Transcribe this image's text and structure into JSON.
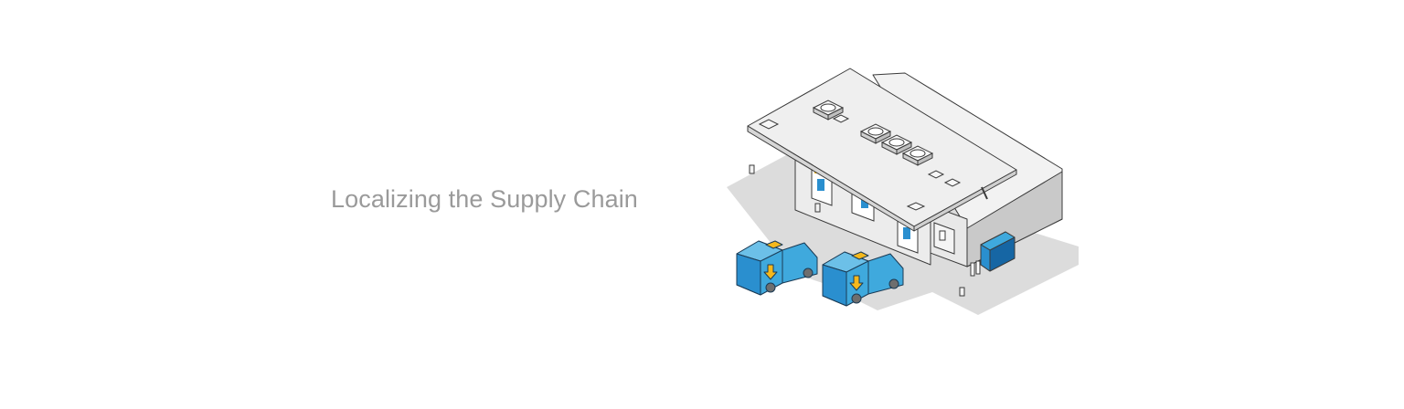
{
  "page": {
    "headline": "Localizing the Supply Chain"
  },
  "illustration": {
    "subject": "isometric warehouse with delivery vans",
    "elements": [
      "warehouse-building",
      "rooftop-fans",
      "loading-docks",
      "delivery-van",
      "delivery-van",
      "blue-generator-unit",
      "pipes"
    ]
  },
  "colors": {
    "background": "#ffffff",
    "headline": "#9a9a9a",
    "roof": "#efefef",
    "wall_front": "#e6e6e6",
    "wall_side": "#c9c9c9",
    "shadow": "#dcdcdc",
    "outline": "#3a3a3a",
    "van_blue": "#3fa9dd",
    "van_blue_dark": "#1f86c0",
    "unit_blue": "#2a8fcf",
    "unit_blue_dark": "#1666a4",
    "accent_yellow": "#f5b81c"
  }
}
